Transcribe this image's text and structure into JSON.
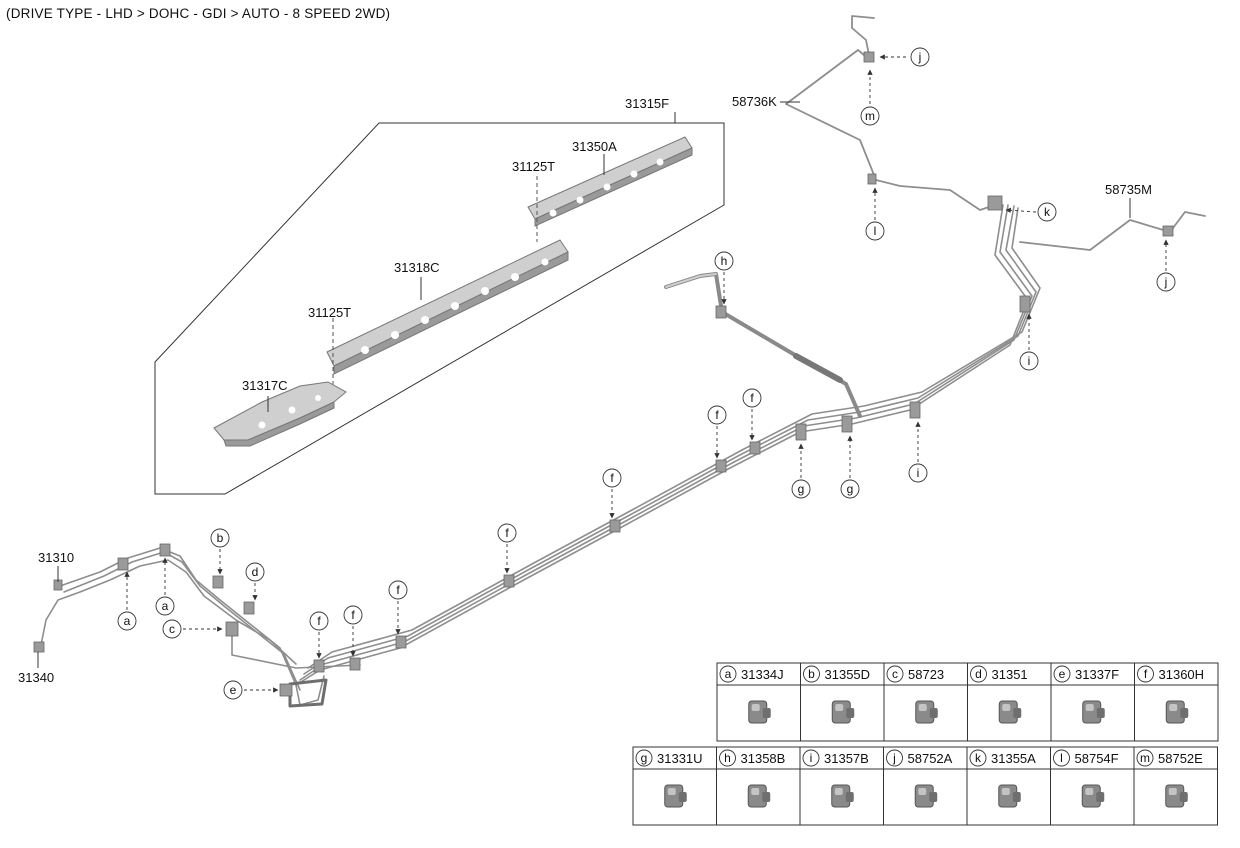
{
  "title": "(DRIVE TYPE - LHD > DOHC - GDI > AUTO - 8 SPEED 2WD)",
  "part_labels": {
    "p31315F": "31315F",
    "p31350A": "31350A",
    "p31125T_top": "31125T",
    "p31318C": "31318C",
    "p31125T_bottom": "31125T",
    "p31317C": "31317C",
    "p58736K": "58736K",
    "p58735M": "58735M",
    "p31310": "31310",
    "p31340": "31340"
  },
  "callouts": {
    "j1": "j",
    "m": "m",
    "k": "k",
    "l": "l",
    "j2": "j",
    "h": "h",
    "i1": "i",
    "i2": "i",
    "f1": "f",
    "f2": "f",
    "g1": "g",
    "g2": "g",
    "f3": "f",
    "f4": "f",
    "f5": "f",
    "f6": "f",
    "f7": "f",
    "b": "b",
    "d": "d",
    "a1": "a",
    "a2": "a",
    "c": "c",
    "e": "e"
  },
  "legend": [
    {
      "letter": "a",
      "code": "31334J"
    },
    {
      "letter": "b",
      "code": "31355D"
    },
    {
      "letter": "c",
      "code": "58723"
    },
    {
      "letter": "d",
      "code": "31351"
    },
    {
      "letter": "e",
      "code": "31337F"
    },
    {
      "letter": "f",
      "code": "31360H"
    },
    {
      "letter": "g",
      "code": "31331U"
    },
    {
      "letter": "h",
      "code": "31358B"
    },
    {
      "letter": "i",
      "code": "31357B"
    },
    {
      "letter": "j",
      "code": "58752A"
    },
    {
      "letter": "k",
      "code": "31355A"
    },
    {
      "letter": "l",
      "code": "58754F"
    },
    {
      "letter": "m",
      "code": "58752E"
    }
  ]
}
